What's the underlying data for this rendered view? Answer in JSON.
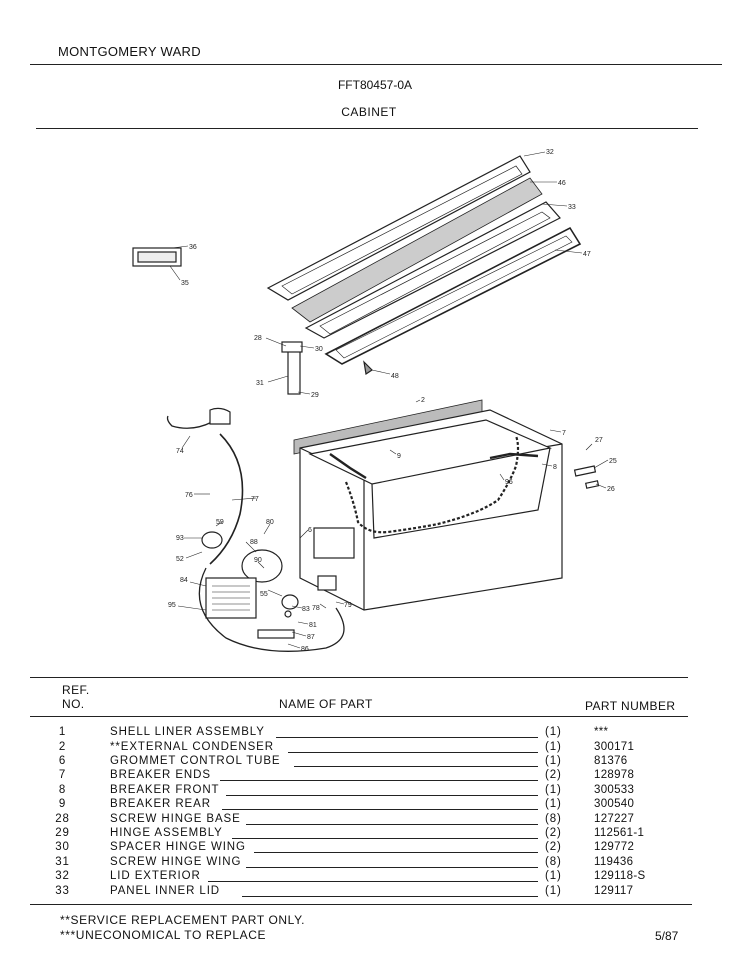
{
  "header": {
    "brand": "MONTGOMERY WARD",
    "model": "FFT80457-0A",
    "section": "CABINET"
  },
  "diagram": {
    "callouts": [
      "32",
      "46",
      "33",
      "47",
      "36",
      "35",
      "28",
      "30",
      "31",
      "29",
      "48",
      "2",
      "7",
      "27",
      "25",
      "26",
      "9",
      "8",
      "96",
      "74",
      "76",
      "77",
      "80",
      "6",
      "93",
      "88",
      "52",
      "90",
      "84",
      "95",
      "55",
      "83",
      "78",
      "79",
      "81",
      "87",
      "86",
      "59"
    ]
  },
  "table": {
    "ref_line1": "REF.",
    "ref_line2": "NO.",
    "name_header": "NAME OF PART",
    "part_header": "PART NUMBER",
    "rows": [
      {
        "ref": "1",
        "name": "SHELL LINER ASSEMBLY",
        "qty": "(1)",
        "part": "***"
      },
      {
        "ref": "2",
        "name": "**EXTERNAL CONDENSER",
        "qty": "(1)",
        "part": "300171"
      },
      {
        "ref": "6",
        "name": "GROMMET CONTROL TUBE",
        "qty": "(1)",
        "part": "81376"
      },
      {
        "ref": "7",
        "name": "BREAKER ENDS",
        "qty": "(2)",
        "part": "128978"
      },
      {
        "ref": "8",
        "name": "BREAKER FRONT",
        "qty": "(1)",
        "part": "300533"
      },
      {
        "ref": "9",
        "name": "BREAKER REAR",
        "qty": "(1)",
        "part": "300540"
      },
      {
        "ref": "28",
        "name": "SCREW HINGE BASE",
        "qty": "(8)",
        "part": "127227"
      },
      {
        "ref": "29",
        "name": "HINGE ASSEMBLY",
        "qty": "(2)",
        "part": "112561-1"
      },
      {
        "ref": "30",
        "name": "SPACER HINGE WING",
        "qty": "(2)",
        "part": "129772"
      },
      {
        "ref": "31",
        "name": "SCREW HINGE WING",
        "qty": "(8)",
        "part": "119436"
      },
      {
        "ref": "32",
        "name": "LID EXTERIOR",
        "qty": "(1)",
        "part": "129118-S"
      },
      {
        "ref": "33",
        "name": "PANEL INNER LID",
        "qty": "(1)",
        "part": "129117"
      }
    ]
  },
  "footer": {
    "note1": "**SERVICE REPLACEMENT PART ONLY.",
    "note2": "***UNECONOMICAL TO REPLACE",
    "date": "5/87"
  }
}
